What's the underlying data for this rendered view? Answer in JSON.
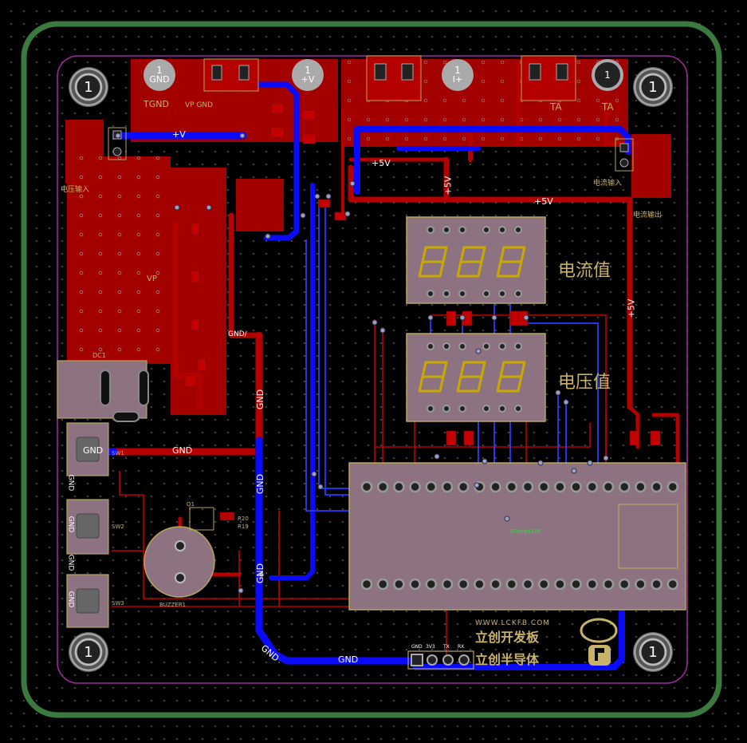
{
  "mounting_holes": [
    "1",
    "1",
    "1",
    "1"
  ],
  "power_pads": [
    {
      "num": "1",
      "net": "GND"
    },
    {
      "num": "1",
      "net": "+V"
    },
    {
      "num": "1",
      "net": "I+"
    },
    {
      "num": "1",
      "net": ""
    }
  ],
  "net_labels": {
    "plus_v": "+V",
    "plus_5v": "+5V",
    "gnd": "GND",
    "gnd_slash": "GND/"
  },
  "components": {
    "dc1": "DC1",
    "vp": "VP",
    "sw1": "SW1",
    "sw2": "SW2",
    "sw3": "SW3",
    "buzzer": "BUZZER1",
    "q1": "Q1",
    "r20": "R20",
    "r19": "R19",
    "mcu_label": "ATmega328"
  },
  "headers": {
    "uart_pins": [
      "GND",
      "3V3",
      "TX",
      "RX"
    ]
  },
  "tracks_labels": {
    "left_gnd_pins": [
      "GND",
      "GND",
      "GND",
      "GND",
      "GND",
      "GND"
    ]
  },
  "silkscreen": {
    "brand_url": "WWW.LCKFB.COM",
    "brand_text": "立创开发板",
    "brand_text2": "立创半导体",
    "display1": "电流值",
    "display2": "电压值",
    "tgnd": "TGND",
    "ta": "TA",
    "vp_gnd": "VP GND",
    "conn_right": "电流输入",
    "conn_right2": "电流输出",
    "conn_left": "电压输入"
  },
  "colors": {
    "background": "#000000",
    "board_outline": "#3a7a3e",
    "board_edge": "#9a2a9a",
    "top_copper": "#b50000",
    "bottom_copper": "#0a0aff",
    "silk": "#c8b26a",
    "component_body": "#9b7a8c"
  }
}
